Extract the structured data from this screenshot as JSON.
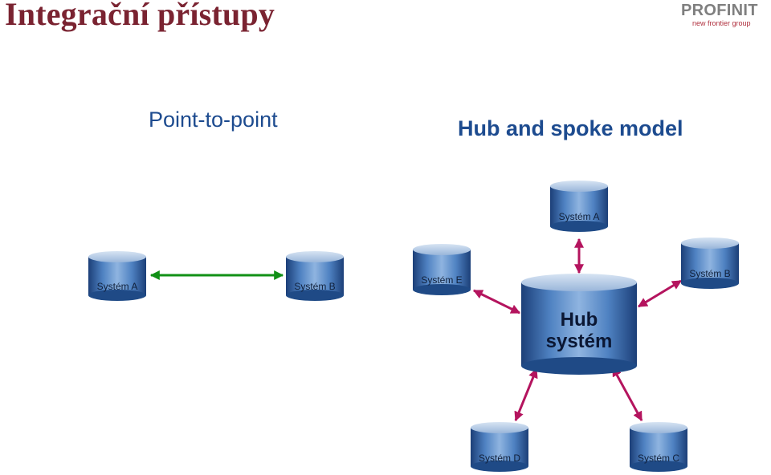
{
  "title": "Integrační přístupy",
  "logo": {
    "name": "PROFINIT",
    "tagline": "new frontier group"
  },
  "sections": {
    "point_to_point": "Point-to-point",
    "hub_and_spoke": "Hub and spoke model"
  },
  "point_to_point": {
    "system_a": "Systém A",
    "system_b": "Systém B",
    "link_color": "#119016"
  },
  "hub_and_spoke": {
    "hub_line1": "Hub",
    "hub_line2": "systém",
    "system_a": "Systém A",
    "system_b": "Systém B",
    "system_c": "Systém C",
    "system_d": "Systém D",
    "system_e": "Systém E",
    "link_color": "#b4145e"
  },
  "colors": {
    "title": "#7a2331",
    "heading": "#1d4b8f",
    "cylinder_body": "#3d6fb0"
  }
}
